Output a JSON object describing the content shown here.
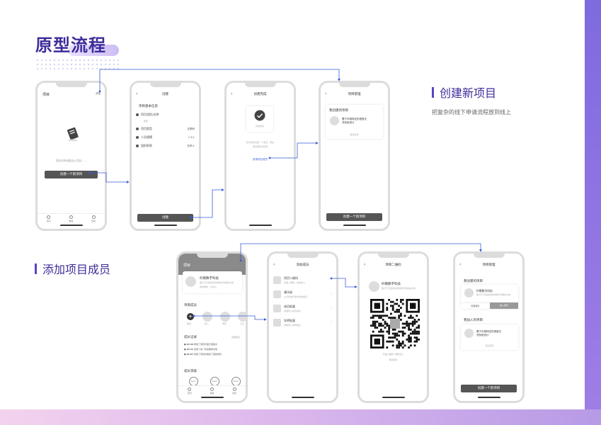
{
  "page": {
    "title": "原型流程"
  },
  "sections": [
    {
      "title": "创建新项目",
      "desc": "把复杂的线下申请流程放到线上"
    },
    {
      "title": "添加项目成员"
    }
  ],
  "colors": {
    "accent": "#3d2d9a",
    "flow_line": "#3a5bd9",
    "button_dark": "#555555"
  },
  "screens": {
    "s1": {
      "title": "项目",
      "top_right": "消息",
      "empty_hint": "您还没有创建/加入项目……",
      "button": "创建一个新项目",
      "tabs": [
        "首页",
        "看板",
        "我的"
      ]
    },
    "s2": {
      "title": "创建",
      "section": "项目基本信息",
      "name_field": "项目/团队名称",
      "name_sub": "简称",
      "rows": [
        {
          "label": "项目类型",
          "value": "互联网"
        },
        {
          "label": "人员规模",
          "value": "1-5人"
        },
        {
          "label": "组织职责",
          "value": "负责人"
        }
      ],
      "button": "创建"
    },
    "s3": {
      "title": "创建完成",
      "icon_label": "创建成功",
      "desc_line1": "您已成功创建一个项目，现在",
      "desc_line2": "邀请团队成员吧",
      "link": "邀请项目成员"
    },
    "s4": {
      "title": "项目管理",
      "section": "我创建的项目",
      "item_name": "基于中继特征的语音交",
      "item_name2": "流系统设计",
      "item_footer": "邀请成员",
      "button": "创建一个新项目"
    },
    "s5": {
      "title": "项目",
      "company": "柠檬数字科技",
      "company_sub": "致力于打造最优秀的数字化解决方案",
      "company_meta": "我的角色：负责人",
      "members_label": "项目成员",
      "member_names": [
        "邀请",
        "张三",
        "李四",
        "王五"
      ],
      "growth_label": "成长记录",
      "growth_more": "查看更多",
      "records": [
        {
          "date": "04.26",
          "text": "参加了项目月度汇报会议"
        },
        {
          "date": "03.21",
          "text": "完成了第一阶段需求文档"
        },
        {
          "date": "03.01",
          "text": "创建了项目并邀请了首批成员"
        }
      ],
      "level_label": "成长等级",
      "levels": [
        "Lv.1",
        "Lv.2",
        "Lv.3"
      ],
      "tabs": [
        "首页",
        "看板",
        "我的"
      ]
    },
    "s6": {
      "title": "添加成员",
      "items": [
        {
          "title": "项目二维码",
          "sub": "扫描二维码，快速加入"
        },
        {
          "title": "通讯录",
          "sub": "从手机通讯录中添加成员"
        },
        {
          "title": "成员批量",
          "sub": "批量导入成员信息"
        },
        {
          "title": "导师批量",
          "sub": "批量导入导师信息"
        }
      ]
    },
    "s7": {
      "title": "项目二维码",
      "company": "柠檬数字科技",
      "company_sub": "致力于打造最优秀的数字化解决方案",
      "hint": "扫描上面的二维码加入",
      "save": "保存图片"
    },
    "s8": {
      "title": "项目管理",
      "created_label": "我创建的项目",
      "created_item": "柠檬数字科技",
      "created_sub": "致力于打造最优秀的数字化解决方案",
      "btn_left": "管理项目",
      "btn_right": "进入项目",
      "joined_label": "我加入的项目",
      "joined_item": "基于中继特征的语音交",
      "joined_item2": "流系统设计",
      "joined_footer": "退出项目",
      "button": "创建一个新项目"
    }
  }
}
